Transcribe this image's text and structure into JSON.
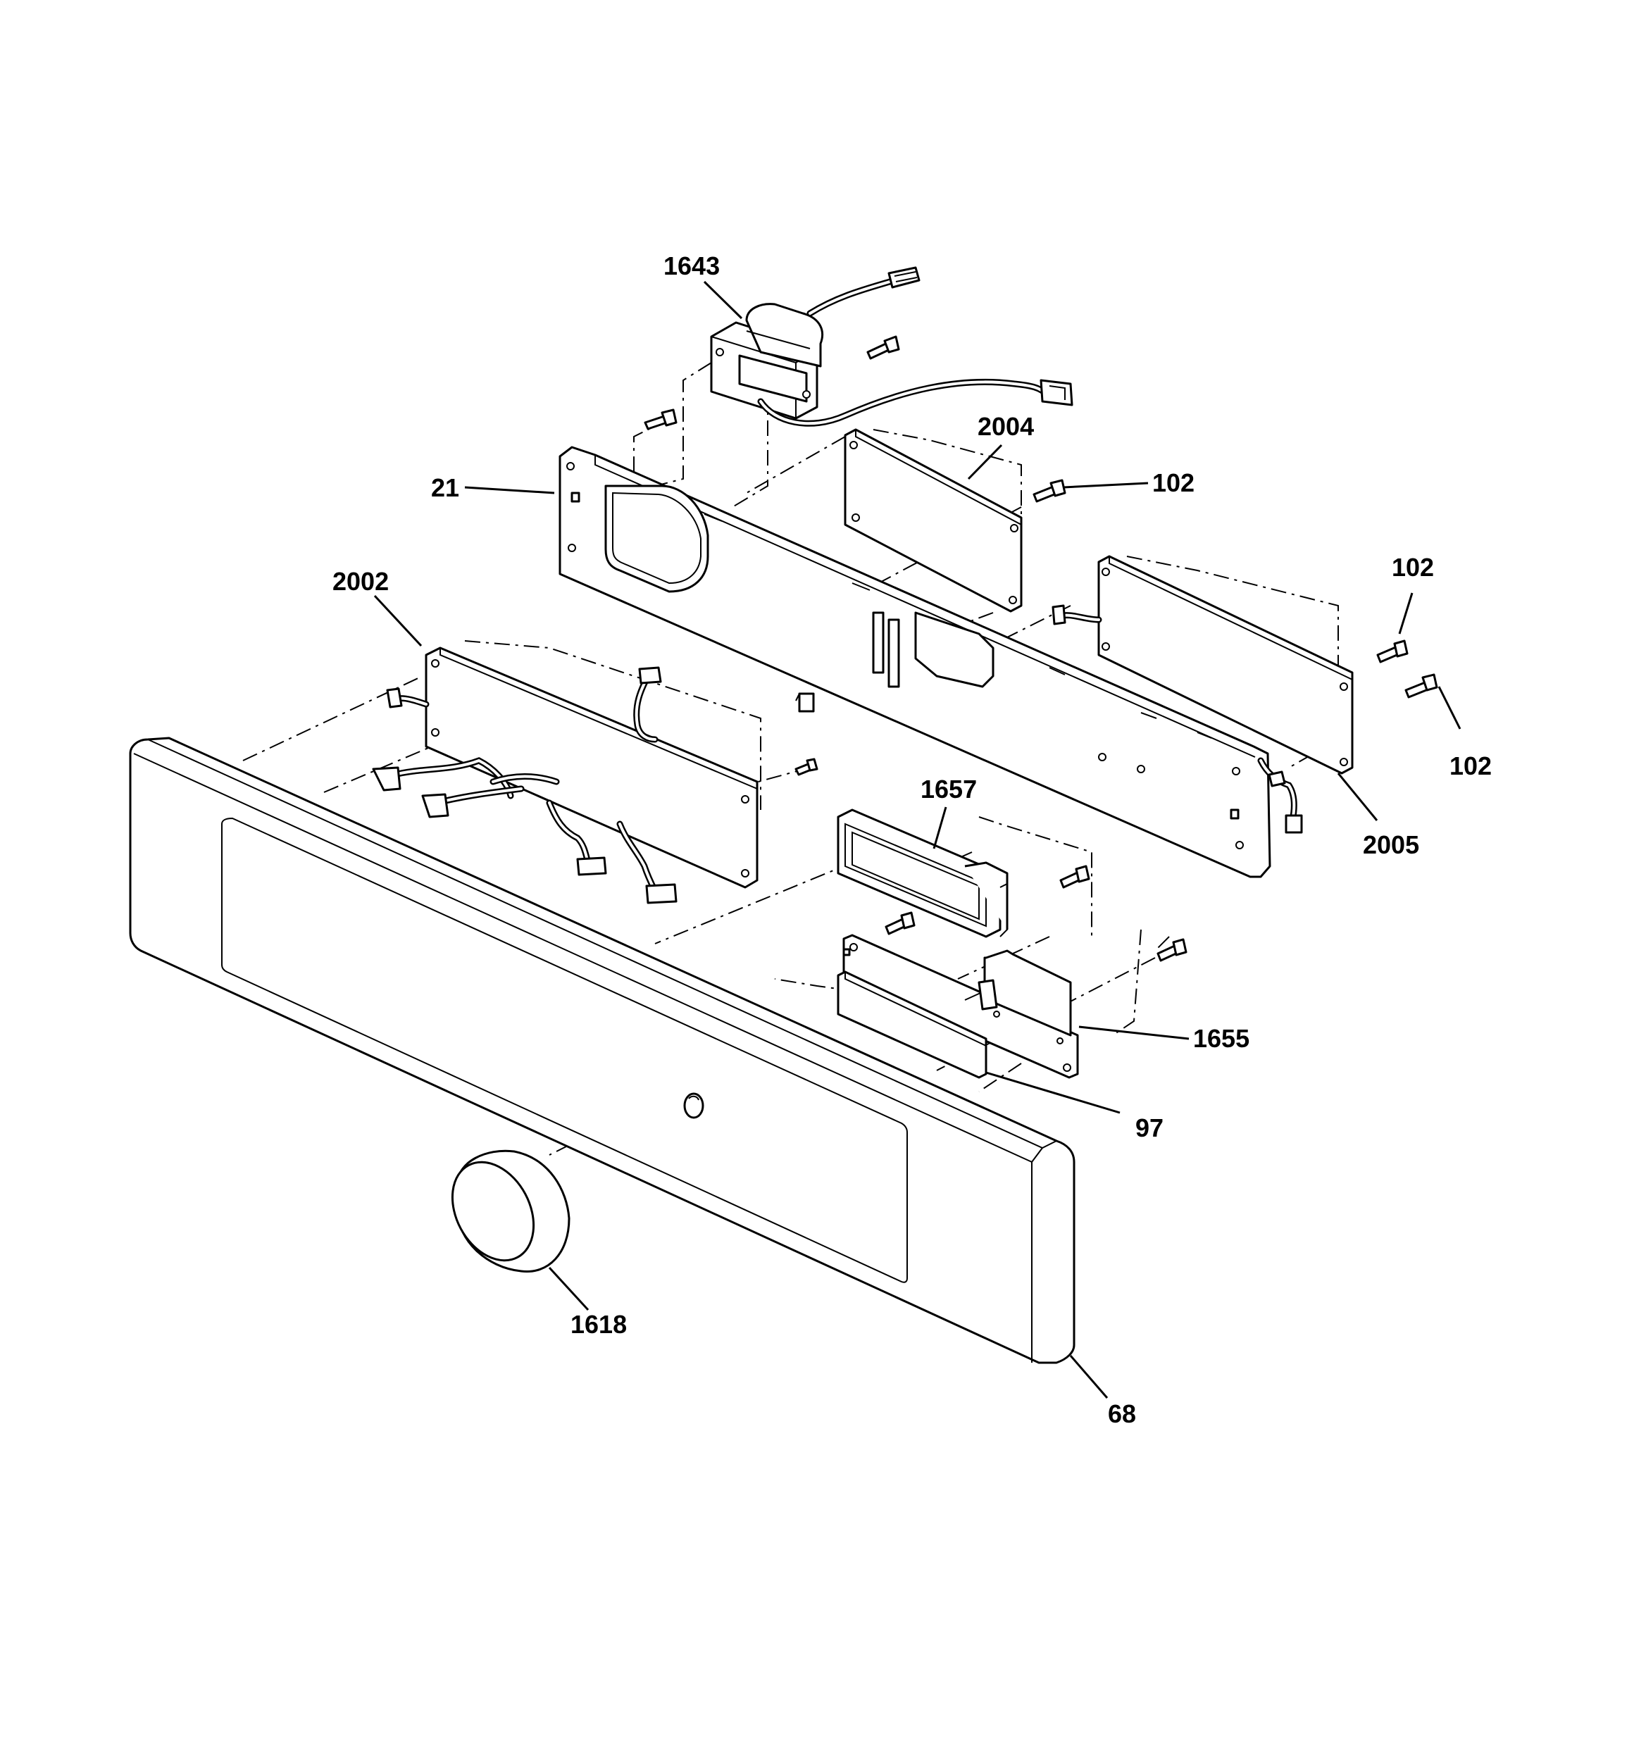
{
  "diagram": {
    "callouts": {
      "c1643": "1643",
      "c2004": "2004",
      "c102a": "102",
      "c21": "21",
      "c2002": "2002",
      "c102b": "102",
      "c102c": "102",
      "c2005": "2005",
      "c1657": "1657",
      "c1655": "1655",
      "c97": "97",
      "c1618": "1618",
      "c68": "68"
    }
  }
}
